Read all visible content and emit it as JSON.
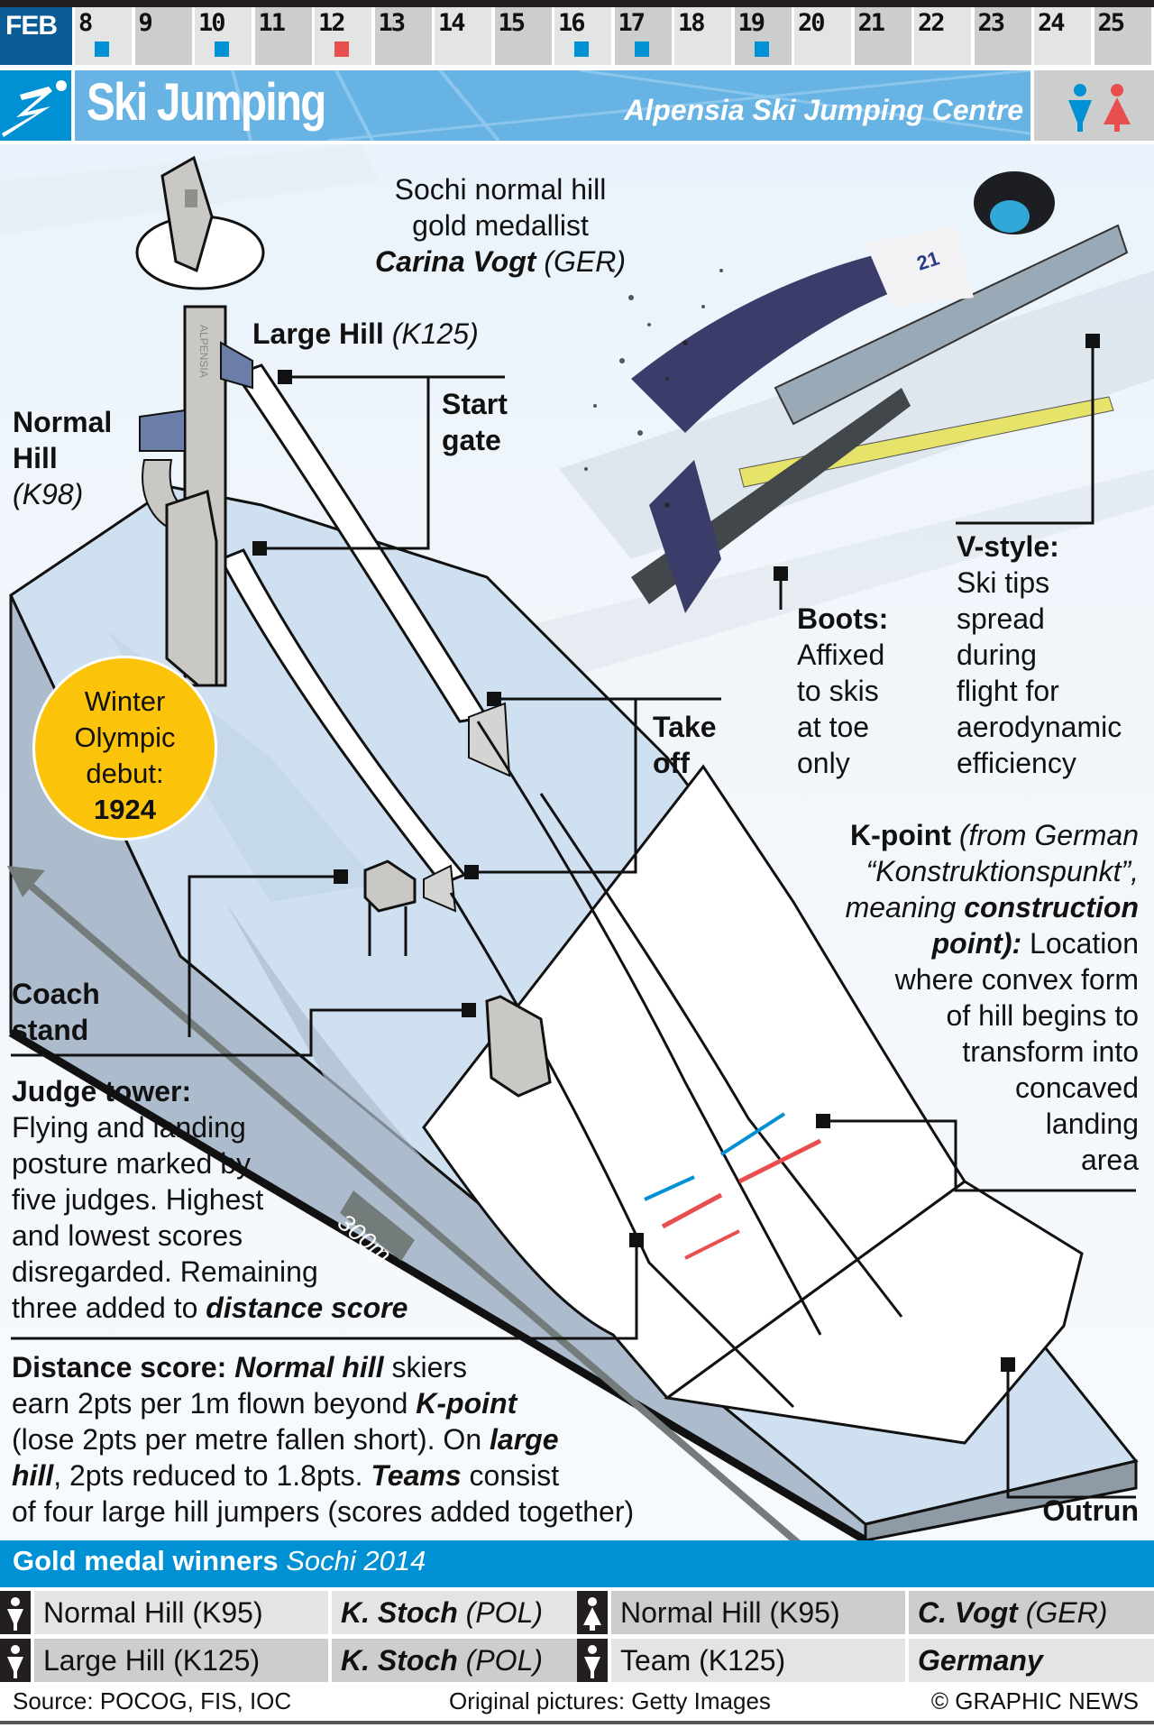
{
  "calendar": {
    "month": "FEB",
    "days": [
      {
        "label": "8",
        "event": "men"
      },
      {
        "label": "9",
        "event": null
      },
      {
        "label": "10",
        "event": "men"
      },
      {
        "label": "11",
        "event": null
      },
      {
        "label": "12",
        "event": "women"
      },
      {
        "label": "13",
        "event": null
      },
      {
        "label": "14",
        "event": null
      },
      {
        "label": "15",
        "event": null
      },
      {
        "label": "16",
        "event": "men"
      },
      {
        "label": "17",
        "event": "men"
      },
      {
        "label": "18",
        "event": null
      },
      {
        "label": "19",
        "event": "men"
      },
      {
        "label": "20",
        "event": null
      },
      {
        "label": "21",
        "event": null
      },
      {
        "label": "22",
        "event": null
      },
      {
        "label": "23",
        "event": null
      },
      {
        "label": "24",
        "event": null
      },
      {
        "label": "25",
        "event": null
      }
    ],
    "colors": {
      "men": "#0090d4",
      "women": "#e94e4f"
    }
  },
  "header": {
    "logo_icon": "ski-jumping-pictogram",
    "title": "Ski Jumping",
    "venue": "Alpensia Ski Jumping Centre",
    "gender_icons": [
      "male-icon",
      "female-icon"
    ]
  },
  "labels": {
    "medallist_line1": "Sochi normal hill",
    "medallist_line2": "gold medallist",
    "medallist_name": "Carina Vogt",
    "medallist_country": "(GER)",
    "large_hill": "Large Hill",
    "large_hill_k": "(K125)",
    "normal_hill_1": "Normal",
    "normal_hill_2": "Hill",
    "normal_hill_k": "(K98)",
    "start_gate_1": "Start",
    "start_gate_2": "gate",
    "take_off_1": "Take",
    "take_off_2": "off",
    "boots_title": "Boots:",
    "boots_lines": [
      "Affixed",
      "to skis",
      "at toe",
      "only"
    ],
    "vstyle_title": "V-style:",
    "vstyle_lines": [
      "Ski tips",
      "spread",
      "during",
      "flight for",
      "aerodynamic",
      "efficiency"
    ],
    "debut_lines": [
      "Winter",
      "Olympic",
      "debut:"
    ],
    "debut_year": "1924",
    "kpoint_title": "K-point",
    "kpoint_paren1": "(from German",
    "kpoint_paren2": "“Konstruktionspunkt”,",
    "kpoint_meaning": "meaning",
    "kpoint_construction": "construction",
    "kpoint_point": "point):",
    "kpoint_location": "Location",
    "kpoint_lines": [
      "where convex form",
      "of hill begins to",
      "transform into",
      "concaved",
      "landing",
      "area"
    ],
    "coach_1": "Coach",
    "coach_2": "stand",
    "judge_title": "Judge tower:",
    "judge_lines": [
      "Flying and landing",
      "posture marked by",
      "five judges. Highest",
      "and lowest scores",
      "disregarded. Remaining"
    ],
    "judge_last_plain": "three added to",
    "judge_last_emph": "distance score",
    "length": "300m",
    "distance_title": "Distance score:",
    "distance_l1_emph": "Normal hill",
    "distance_l1_rest": "skiers",
    "distance_l2_plain": "earn 2pts per 1m flown beyond",
    "distance_l2_emph": "K-point",
    "distance_l3_plain": "(lose 2pts per metre fallen short). On",
    "distance_l3_emph": "large",
    "distance_l4_emph": "hill",
    "distance_l4_plain": ", 2pts reduced to 1.8pts.",
    "distance_l4_emph2": "Teams",
    "distance_l4_rest": "consist",
    "distance_l5": "of four large hill jumpers (scores added together)",
    "outrun": "Outrun",
    "tower_text": "ALPENSIA"
  },
  "medals": {
    "title": "Gold medal winners",
    "subtitle": "Sochi 2014",
    "rows": [
      {
        "left": {
          "gender": "male",
          "event": "Normal Hill (K95)",
          "winner": "K. Stoch",
          "country": "(POL)"
        },
        "right": {
          "gender": "female",
          "event": "Normal Hill (K95)",
          "winner": "C. Vogt",
          "country": "(GER)"
        }
      },
      {
        "left": {
          "gender": "male",
          "event": "Large Hill (K125)",
          "winner": "K. Stoch",
          "country": "(POL)"
        },
        "right": {
          "gender": "male",
          "event": "Team (K125)",
          "winner": "Germany",
          "country": ""
        }
      }
    ]
  },
  "footer": {
    "source": "Source: POCOG, FIS, IOC",
    "pictures": "Original pictures: Getty Images",
    "credit": "© GRAPHIC NEWS"
  }
}
